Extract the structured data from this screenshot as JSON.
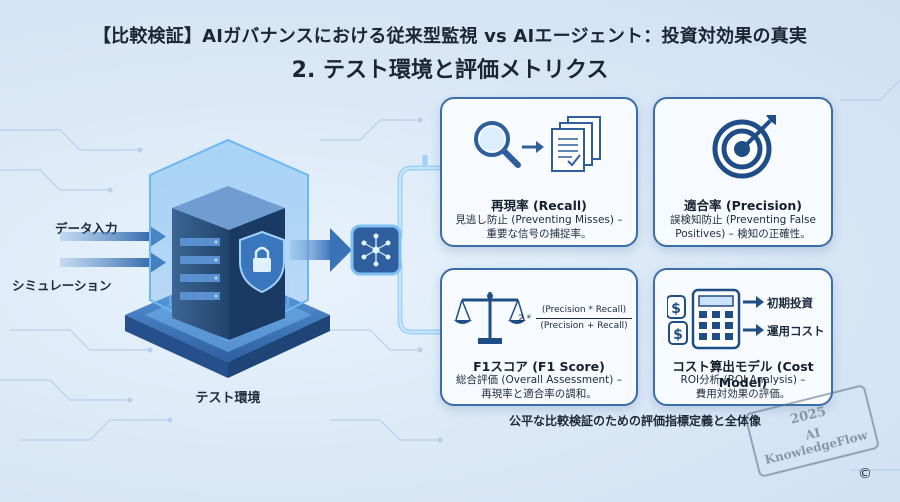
{
  "header": {
    "title": "【比較検証】AIガバナンスにおける従来型監視 vs AIエージェント：投資対効果の真実",
    "subtitle": "2. テスト環境と評価メトリクス"
  },
  "inputs": [
    {
      "label": "データ入力"
    },
    {
      "label": "シミュレーション"
    }
  ],
  "server": {
    "caption": "テスト環境"
  },
  "metrics": {
    "recall": {
      "title": "再現率 (Recall)",
      "desc_line1": "見逃し防止 (Preventing Misses) –",
      "desc_line2": "重要な信号の捕捉率。",
      "icon": "magnifier-documents-icon"
    },
    "precision": {
      "title": "適合率 (Precision)",
      "desc_line1": "誤検知防止 (Preventing False",
      "desc_line2": "Positives) – 検知の正確性。",
      "icon": "target-icon"
    },
    "f1": {
      "title": "F1スコア (F1 Score)",
      "desc_line1": "総合評価 (Overall Assessment) –",
      "desc_line2": "再現率と適合率の調和。",
      "formula_prefix": "2 *",
      "formula_numerator": "(Precision * Recall)",
      "formula_denominator": "(Precision + Recall)",
      "icon": "balance-scale-icon"
    },
    "cost": {
      "title": "コスト算出モデル (Cost Model)",
      "desc_line1": "ROI分析 (ROI Analysis) –",
      "desc_line2": "費用対効果の評価。",
      "item1": "初期投資",
      "item2": "運用コスト",
      "icon": "calculator-money-icon"
    }
  },
  "footer": {
    "caption": "公平な比較検証のための評価指標定義と全体像",
    "stamp_year": "2025",
    "stamp_org": "AI KnowledgeFlow",
    "copyright": "©"
  },
  "colors": {
    "accent": "#3a6ea8",
    "glow": "#5aa9ef",
    "server": "#2b4f7e",
    "background": "#dbe9f7"
  }
}
